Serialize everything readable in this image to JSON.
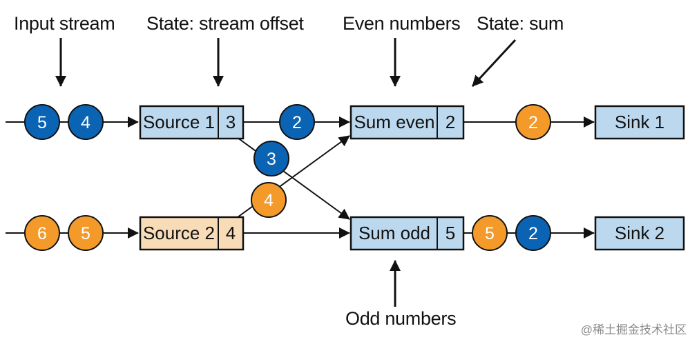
{
  "colors": {
    "blue_token": "#0b63b3",
    "orange_token": "#f39a2b",
    "box_blue": "#bcd8ee",
    "box_peach": "#f8dcb8",
    "stroke": "#111111"
  },
  "annotations": {
    "input_stream": "Input stream",
    "state_offset": "State: stream offset",
    "even_numbers": "Even numbers",
    "state_sum": "State: sum",
    "odd_numbers": "Odd numbers"
  },
  "boxes": {
    "source1": {
      "label": "Source 1",
      "state": "3"
    },
    "source2": {
      "label": "Source 2",
      "state": "4"
    },
    "sum_even": {
      "label": "Sum even",
      "state": "2"
    },
    "sum_odd": {
      "label": "Sum odd",
      "state": "5"
    },
    "sink1": {
      "label": "Sink 1"
    },
    "sink2": {
      "label": "Sink 2"
    }
  },
  "tokens": {
    "in1_a": "5",
    "in1_b": "4",
    "in2_a": "6",
    "in2_b": "5",
    "s1_to_even": "2",
    "s1_to_odd": "3",
    "s2_to_even": "4",
    "even_out": "2",
    "odd_out_a": "5",
    "odd_out_b": "2"
  },
  "watermark": "@稀土掘金技术社区"
}
